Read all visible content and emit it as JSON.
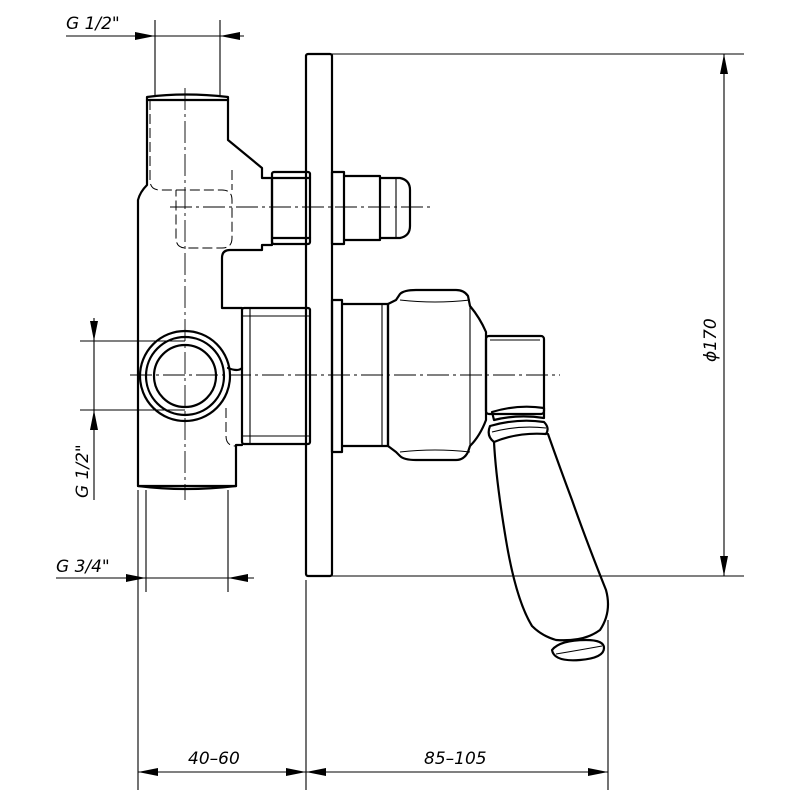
{
  "drawing": {
    "dimensions": {
      "inlet_top": "G 1/2\"",
      "inlet_side": "G 1/2\"",
      "outlet_bottom": "G 3/4\"",
      "plate_diameter": "ϕ170",
      "wall_depth": "40–60",
      "projection": "85–105"
    }
  }
}
